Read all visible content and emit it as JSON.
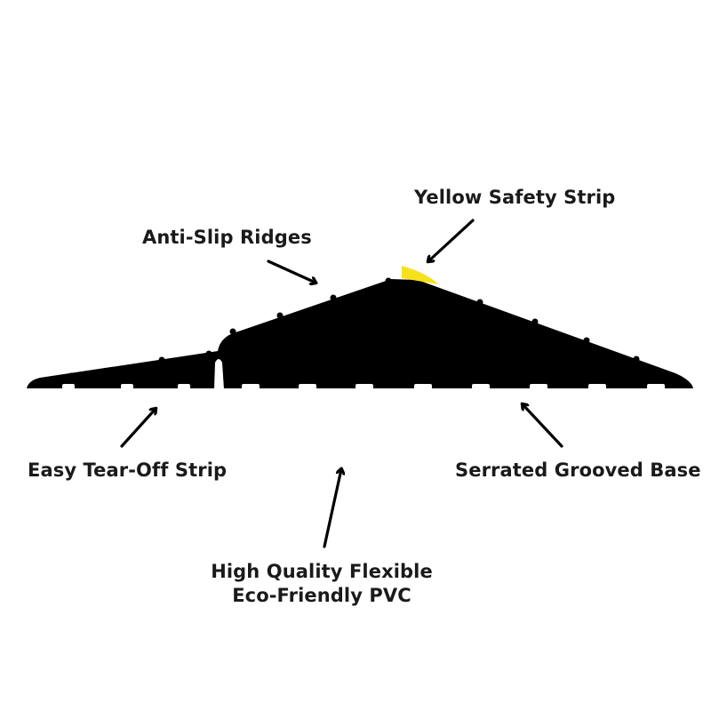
{
  "labels": {
    "yellow_safety_strip": "Yellow Safety Strip",
    "anti_slip_ridges": "Anti-Slip Ridges",
    "easy_tear_off_strip": "Easy Tear-Off Strip",
    "serrated_grooved_base": "Serrated Grooved Base",
    "pvc_line1": "High Quality Flexible",
    "pvc_line2": "Eco-Friendly PVC"
  },
  "colors": {
    "body": "#000000",
    "safety_strip": "#f7e11b",
    "text": "#1a1a1a",
    "background": "#ffffff"
  },
  "icons": {
    "arrow": "arrow-icon"
  }
}
